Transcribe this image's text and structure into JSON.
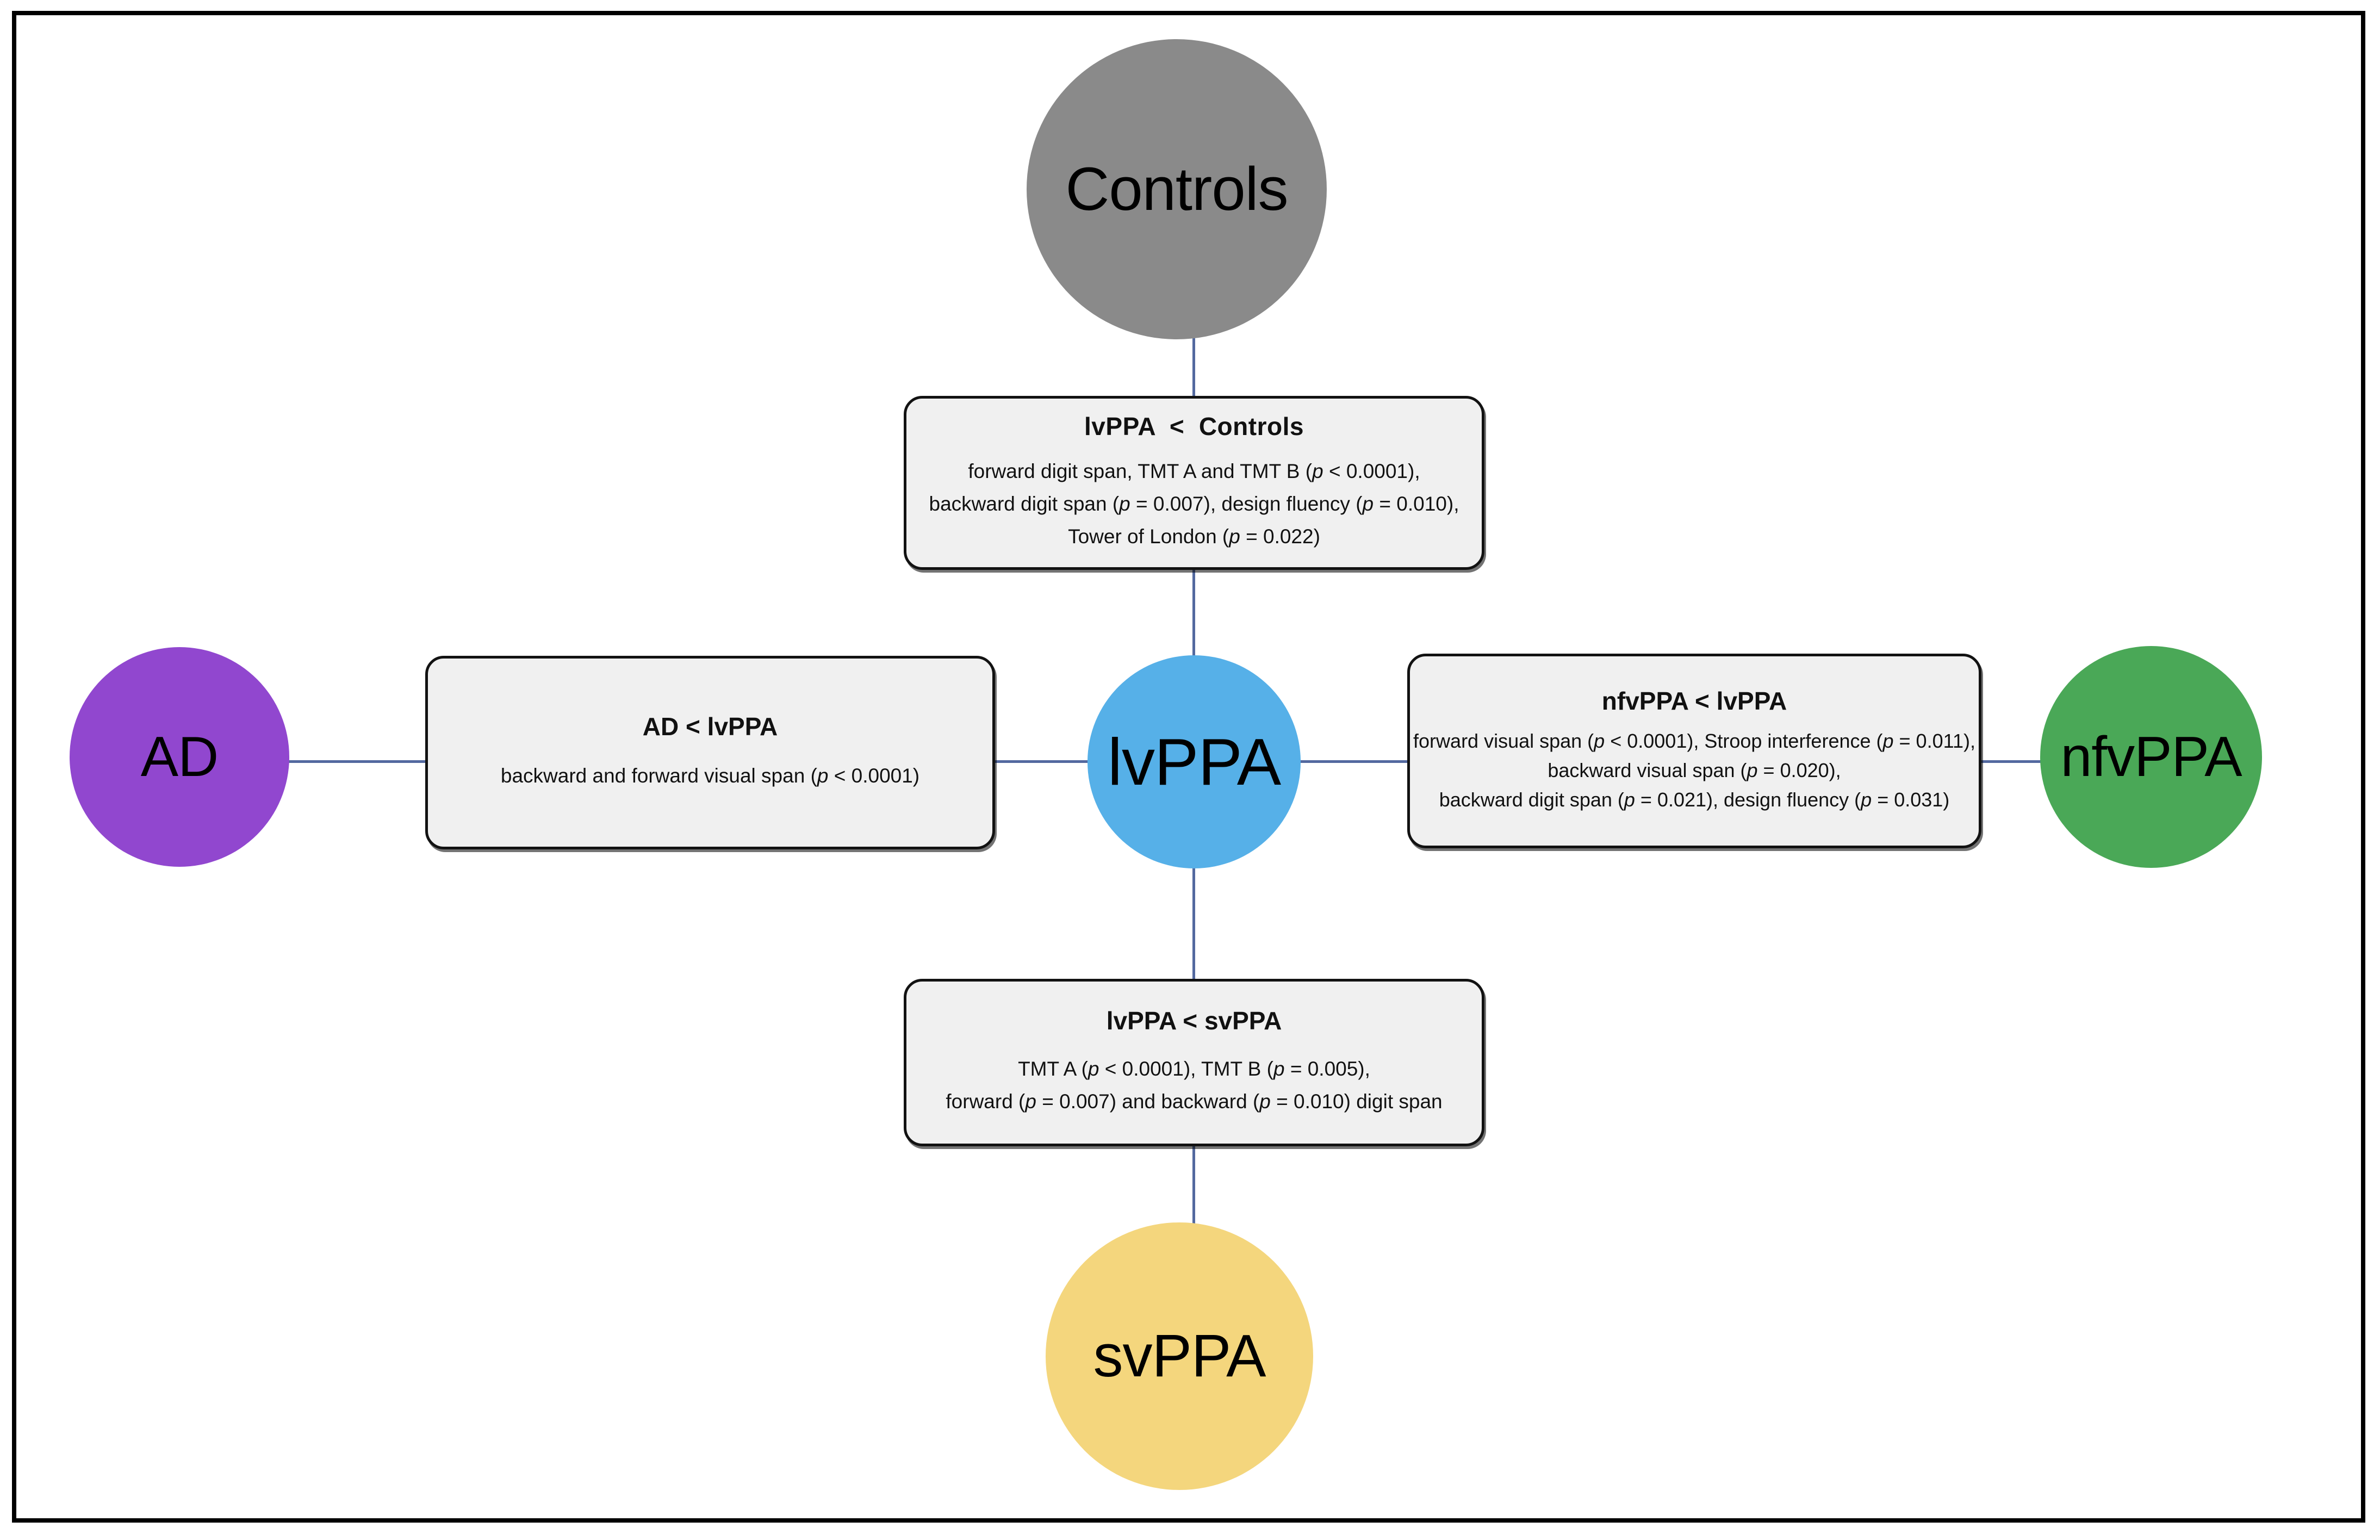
{
  "figure": {
    "type": "radial-comparison-diagram",
    "background": "#ffffff",
    "frame_border_color": "#000000",
    "connector_color": "#53699f",
    "box_fill": "#f0f0f0",
    "box_border": "#121212"
  },
  "nodes": {
    "controls": {
      "label": "Controls",
      "color": "#8a8a8a",
      "position": "top"
    },
    "ad": {
      "label": "AD",
      "color": "#9147cf",
      "position": "left"
    },
    "lvppa": {
      "label": "lvPPA",
      "color": "#56b0e8",
      "position": "center"
    },
    "nfvppa": {
      "label": "nfvPPA",
      "color": "#4aa857",
      "position": "right"
    },
    "svppa": {
      "label": "svPPA",
      "color": "#f4d67d",
      "position": "bottom"
    }
  },
  "boxes": {
    "top": {
      "title": "lvPPA  <  Controls",
      "lines": [
        {
          "pre": "forward digit span, TMT A and TMT B (",
          "p": "p",
          "post": " < 0.0001),"
        },
        {
          "pre": "backward digit span (",
          "p": "p",
          "mid": " = 0.007), design fluency (",
          "p2": "p",
          "post": " = 0.010),"
        },
        {
          "pre": "Tower of London (",
          "p": "p",
          "post": " = 0.022)"
        }
      ],
      "text_plain": [
        "forward digit span, TMT A and TMT B (p < 0.0001),",
        "backward digit span (p = 0.007), design fluency (p = 0.010),",
        "Tower of London (p = 0.022)"
      ]
    },
    "left": {
      "title": "AD < lvPPA",
      "text_plain": [
        "backward and forward visual span (p < 0.0001)"
      ]
    },
    "right": {
      "title": "nfvPPA < lvPPA",
      "text_plain": [
        "forward visual span (p < 0.0001), Stroop interference (p = 0.011),",
        "backward visual span (p = 0.020),",
        "backward digit span (p = 0.021), design fluency (p = 0.031)"
      ]
    },
    "bottom": {
      "title": "lvPPA < svPPA",
      "text_plain": [
        "TMT A (p < 0.0001), TMT B (p = 0.005),",
        "forward (p = 0.007) and backward (p = 0.010) digit span"
      ]
    }
  },
  "edges": [
    {
      "from": "controls",
      "to": "box-top",
      "orientation": "vertical"
    },
    {
      "from": "box-top",
      "to": "lvppa",
      "orientation": "vertical"
    },
    {
      "from": "ad",
      "to": "box-left",
      "orientation": "horizontal"
    },
    {
      "from": "box-left",
      "to": "lvppa",
      "orientation": "horizontal"
    },
    {
      "from": "lvppa",
      "to": "box-right",
      "orientation": "horizontal"
    },
    {
      "from": "box-right",
      "to": "nfvppa",
      "orientation": "horizontal"
    },
    {
      "from": "lvppa",
      "to": "box-bottom",
      "orientation": "vertical"
    },
    {
      "from": "box-bottom",
      "to": "svppa",
      "orientation": "vertical"
    }
  ]
}
